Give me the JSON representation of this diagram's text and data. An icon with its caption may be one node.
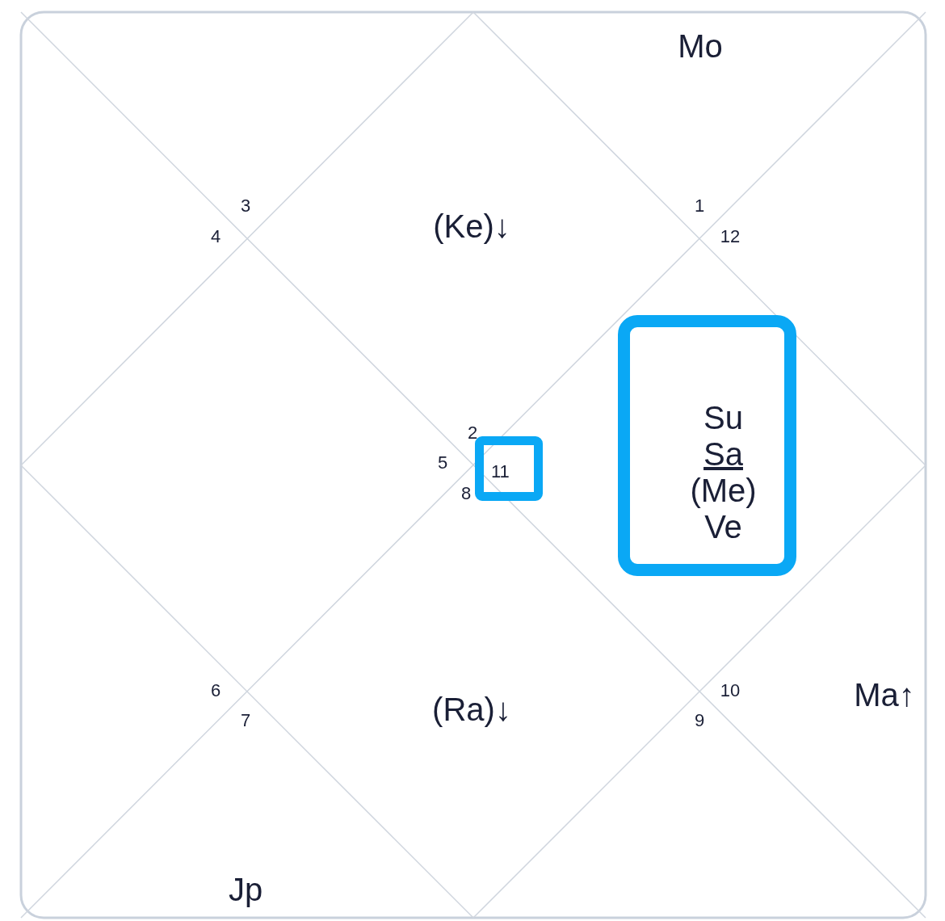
{
  "diagram": {
    "nodes": [
      {
        "text": [
          "11"
        ]
      },
      {
        "text": [
          "Su",
          "Sa",
          "(Me)",
          "Ve"
        ]
      }
    ],
    "labels": [
      "Mo",
      "3",
      "1",
      "(Ke)↓",
      "4",
      "12",
      "2",
      "5",
      "8",
      "6",
      "10",
      "Ma↑",
      "7",
      "(Ra)↓",
      "9",
      "Jp"
    ]
  }
}
